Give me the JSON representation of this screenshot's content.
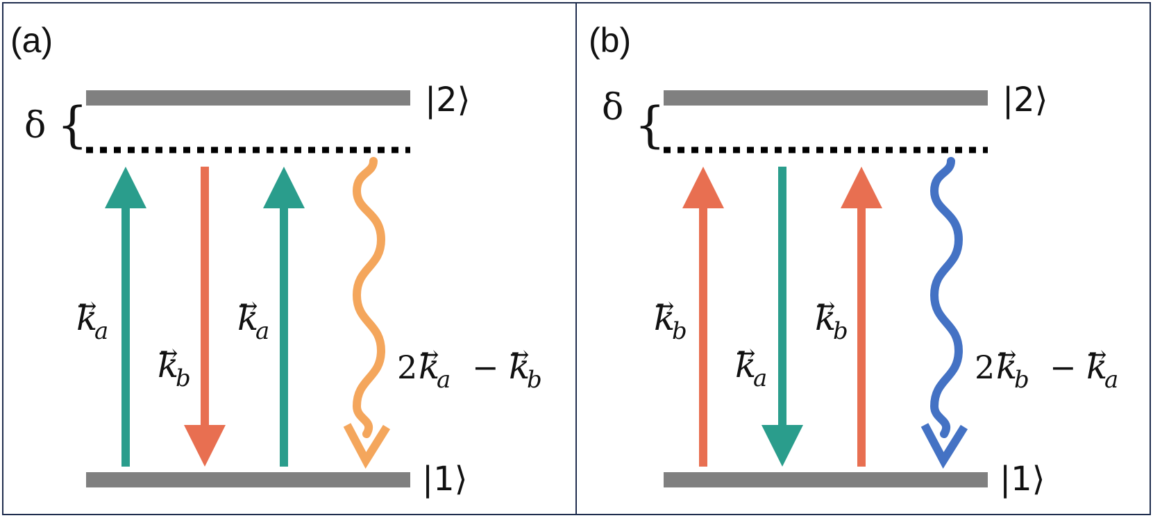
{
  "colors": {
    "teal": "#2a9d8c",
    "red": "#e86f51",
    "orange": "#f4a65c",
    "blue": "#4472c4",
    "level": "#808080",
    "frame": "#1f2d4e"
  },
  "panels": [
    {
      "label": "(a)",
      "ket_upper": "|2⟩",
      "ket_lower": "|1⟩",
      "detuning": "δ",
      "brace": "{",
      "beam1": {
        "k": "k",
        "sub": "a"
      },
      "beam2": {
        "k": "k",
        "sub": "b"
      },
      "beam3": {
        "k": "k",
        "sub": "a"
      },
      "emission": {
        "coef": "2",
        "k1": "k",
        "sub1": "a",
        "minus": "−",
        "k2": "k",
        "sub2": "b"
      }
    },
    {
      "label": "(b)",
      "ket_upper": "|2⟩",
      "ket_lower": "|1⟩",
      "detuning": "δ",
      "brace": "{",
      "beam1": {
        "k": "k",
        "sub": "b"
      },
      "beam2": {
        "k": "k",
        "sub": "a"
      },
      "beam3": {
        "k": "k",
        "sub": "b"
      },
      "emission": {
        "coef": "2",
        "k1": "k",
        "sub1": "b",
        "minus": "−",
        "k2": "k",
        "sub2": "a"
      }
    }
  ]
}
